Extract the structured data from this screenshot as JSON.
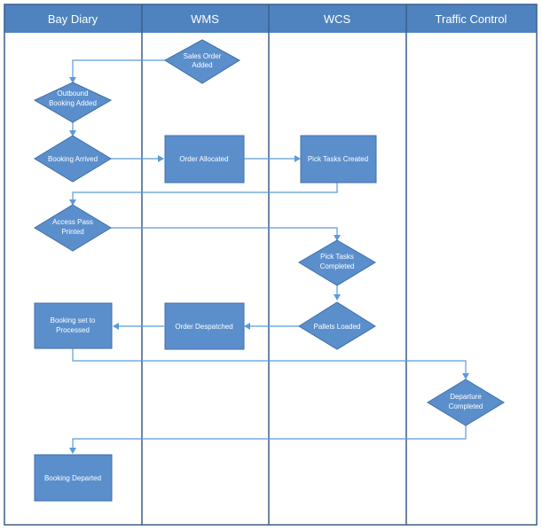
{
  "lanes": [
    {
      "id": "bay-diary",
      "title": "Bay Diary"
    },
    {
      "id": "wms",
      "title": "WMS"
    },
    {
      "id": "wcs",
      "title": "WCS"
    },
    {
      "id": "traffic-control",
      "title": "Traffic Control"
    }
  ],
  "nodes": {
    "sales_order_added": [
      "Sales Order",
      "Added"
    ],
    "outbound_booking_added": [
      "Outbound",
      "Booking Added"
    ],
    "booking_arrived": [
      "Booking Arrived"
    ],
    "order_allocated": [
      "Order Allocated"
    ],
    "pick_tasks_created": [
      "Pick Tasks Created"
    ],
    "access_pass_printed": [
      "Access Pass",
      "Printed"
    ],
    "pick_tasks_completed": [
      "Pick Tasks",
      "Completed"
    ],
    "pallets_loaded": [
      "Pallets Loaded"
    ],
    "order_despatched": [
      "Order Despatched"
    ],
    "booking_set_to_processed": [
      "Booking set to",
      "Processed"
    ],
    "departure_completed": [
      "Departure",
      "Completed"
    ],
    "booking_departed": [
      "Booking Departed"
    ]
  },
  "colors": {
    "header_fill": "#4f83c0",
    "node_fill": "#5b8fcc",
    "node_stroke": "#3f6fa8",
    "connector": "#5a9bd8",
    "lane_border": "#3a5f8a"
  }
}
